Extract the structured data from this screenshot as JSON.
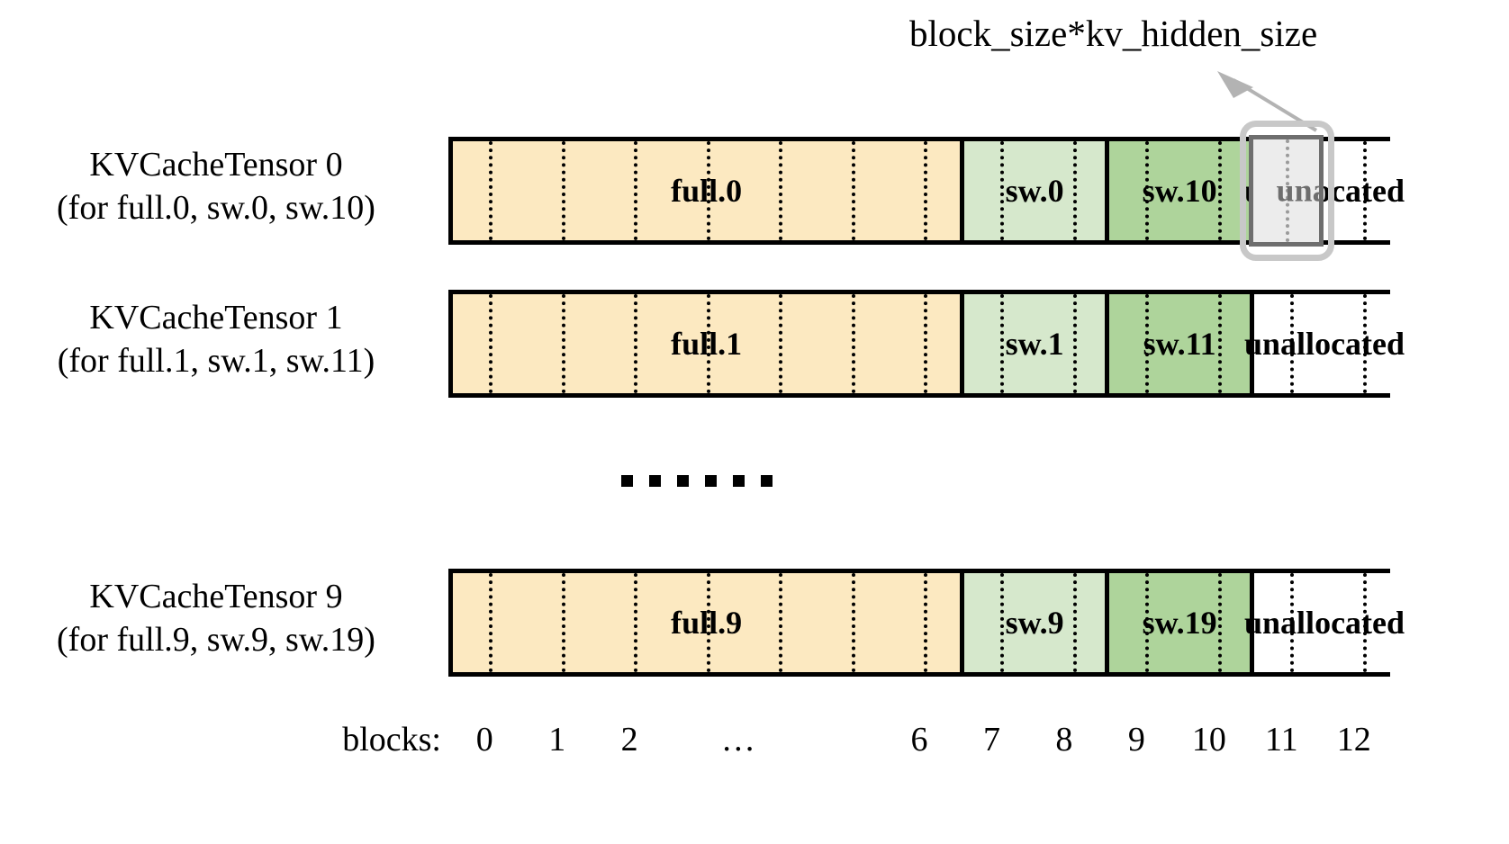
{
  "annotation": {
    "text": "block_size*kv_hidden_size",
    "arrow_icon": "arrow-up-left-icon",
    "arrow_color": "#b3b3b3"
  },
  "colors": {
    "full_fill": "#fce9c1",
    "sw_light_fill": "#d6e8cc",
    "sw_dark_fill": "#aed49b",
    "unallocated_fill": "#ffffff",
    "border": "#000000",
    "highlight_outer": "#c8c8c8",
    "highlight_inner_border": "#6e6e6e",
    "highlight_inner_fill": "#ececec",
    "highlight_text": "#6e6e6e"
  },
  "rows": [
    {
      "label_line1": "KVCacheTensor 0",
      "label_line2": "(for full.0, sw.0, sw.10)",
      "segments": [
        {
          "name": "full",
          "text": "full.0",
          "blocks": 7,
          "fill": "#fce9c1"
        },
        {
          "name": "sw-light",
          "text": "sw.0",
          "blocks": 2,
          "fill": "#d6e8cc"
        },
        {
          "name": "sw-dark",
          "text": "sw.10",
          "blocks": 2,
          "fill": "#aed49b"
        },
        {
          "name": "unallocated",
          "text": "unallocated",
          "blocks": 2,
          "fill": "#ffffff"
        }
      ],
      "highlighted_block": 11
    },
    {
      "label_line1": "KVCacheTensor 1",
      "label_line2": "(for full.1, sw.1, sw.11)",
      "segments": [
        {
          "name": "full",
          "text": "full.1",
          "blocks": 7,
          "fill": "#fce9c1"
        },
        {
          "name": "sw-light",
          "text": "sw.1",
          "blocks": 2,
          "fill": "#d6e8cc"
        },
        {
          "name": "sw-dark",
          "text": "sw.11",
          "blocks": 2,
          "fill": "#aed49b"
        },
        {
          "name": "unallocated",
          "text": "unallocated",
          "blocks": 2,
          "fill": "#ffffff"
        }
      ],
      "highlighted_block": null
    },
    {
      "label_line1": "KVCacheTensor 9",
      "label_line2": "(for full.9, sw.9, sw.19)",
      "segments": [
        {
          "name": "full",
          "text": "full.9",
          "blocks": 7,
          "fill": "#fce9c1"
        },
        {
          "name": "sw-light",
          "text": "sw.9",
          "blocks": 2,
          "fill": "#d6e8cc"
        },
        {
          "name": "sw-dark",
          "text": "sw.19",
          "blocks": 2,
          "fill": "#aed49b"
        },
        {
          "name": "unallocated",
          "text": "unallocated",
          "blocks": 2,
          "fill": "#ffffff"
        }
      ],
      "highlighted_block": null
    }
  ],
  "vertical_ellipsis": {
    "dot_count": 6
  },
  "axis": {
    "title": "blocks:",
    "ticks": [
      "0",
      "1",
      "2",
      "…",
      "6",
      "7",
      "8",
      "9",
      "10",
      "11",
      "12"
    ],
    "tick_block_index": [
      0,
      1,
      2,
      3.5,
      6,
      7,
      8,
      9,
      10,
      11,
      12
    ]
  }
}
